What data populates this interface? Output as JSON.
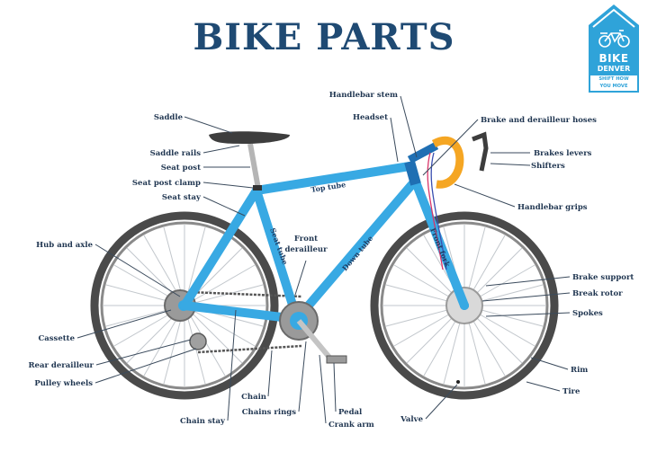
{
  "title": "BIKE PARTS",
  "logo": {
    "line1": "BIKE",
    "line2": "DENVER",
    "tagline1": "SHIFT HOW",
    "tagline2": "YOU MOVE",
    "color": "#2fa3d9",
    "icon": "bicycle-icon"
  },
  "colors": {
    "title": "#1f4a73",
    "frame": "#38a9e3",
    "handlebar_grips": "#f5a623",
    "tire": "#4a4a4a",
    "label": "#1f3550"
  },
  "frame_labels": {
    "top_tube": "Top tube",
    "seat_tube": "Seat tube",
    "down_tube": "Down tube",
    "front_fork": "Front fork"
  },
  "labels": {
    "saddle": "Saddle",
    "saddle_rails": "Saddle rails",
    "seat_post": "Seat post",
    "seat_post_clamp": "Seat post clamp",
    "seat_stay": "Seat stay",
    "hub_and_axle": "Hub and axle",
    "cassette": "Cassette",
    "rear_derailleur": "Rear derailleur",
    "pulley_wheels": "Pulley wheels",
    "chain_stay": "Chain stay",
    "chain": "Chain",
    "chains_rings": "Chains rings",
    "crank_arm": "Crank arm",
    "pedal": "Pedal",
    "valve": "Valve",
    "front_derailleur_1": "Front",
    "front_derailleur_2": "derailleur",
    "handlebar_stem": "Handlebar stem",
    "headset": "Headset",
    "brake_and_derailleur_hoses": "Brake and derailleur hoses",
    "brakes_levers": "Brakes levers",
    "shifters": "Shifters",
    "handlebar_grips": "Handlebar grips",
    "brake_support": "Brake support",
    "break_rotor": "Break rotor",
    "spokes": "Spokes",
    "rim": "Rim",
    "tire": "Tire"
  }
}
